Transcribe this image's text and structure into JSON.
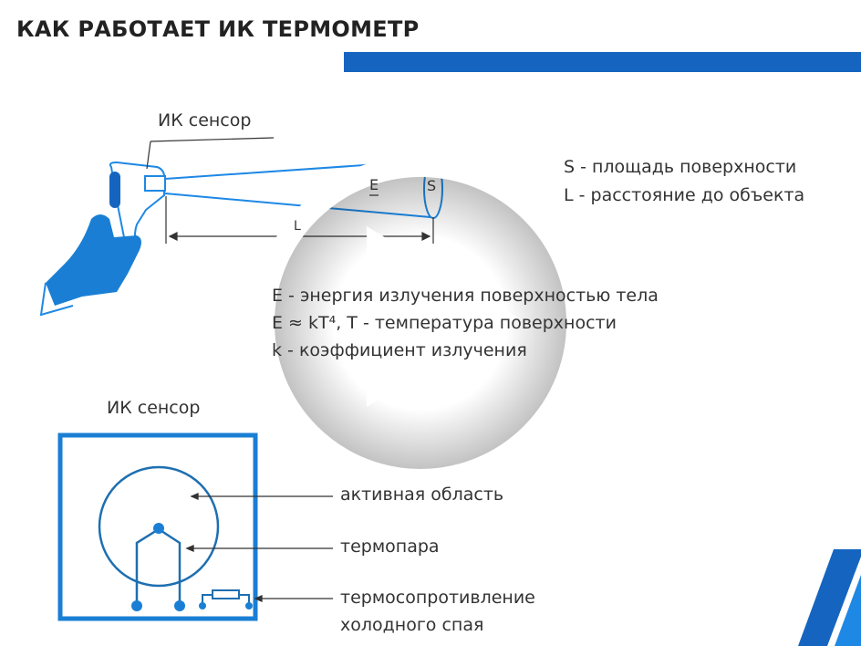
{
  "slide": {
    "title": "КАК РАБОТАЕТ ИК ТЕРМОМЕТР",
    "top_label": "ИК сенсор",
    "legend": [
      "S - площадь поверхности",
      "L - расстояние до объекта"
    ],
    "beam_labels": {
      "energy": "E",
      "surface": "S",
      "distance": "L"
    },
    "formula_lines": [
      "E - энергия излучения поверхностью тела",
      "E ≈ kT⁴, T - температура поверхности",
      "k - коэффициент излучения"
    ],
    "sensor_title": "ИК сенсор",
    "sensor_labels": [
      "активная область",
      "термопара",
      "термосопротивление",
      "холодного спая"
    ]
  },
  "colors": {
    "accent": "#1565c0",
    "light_accent": "#1e88e5"
  },
  "player": {
    "icon": "play-icon"
  }
}
